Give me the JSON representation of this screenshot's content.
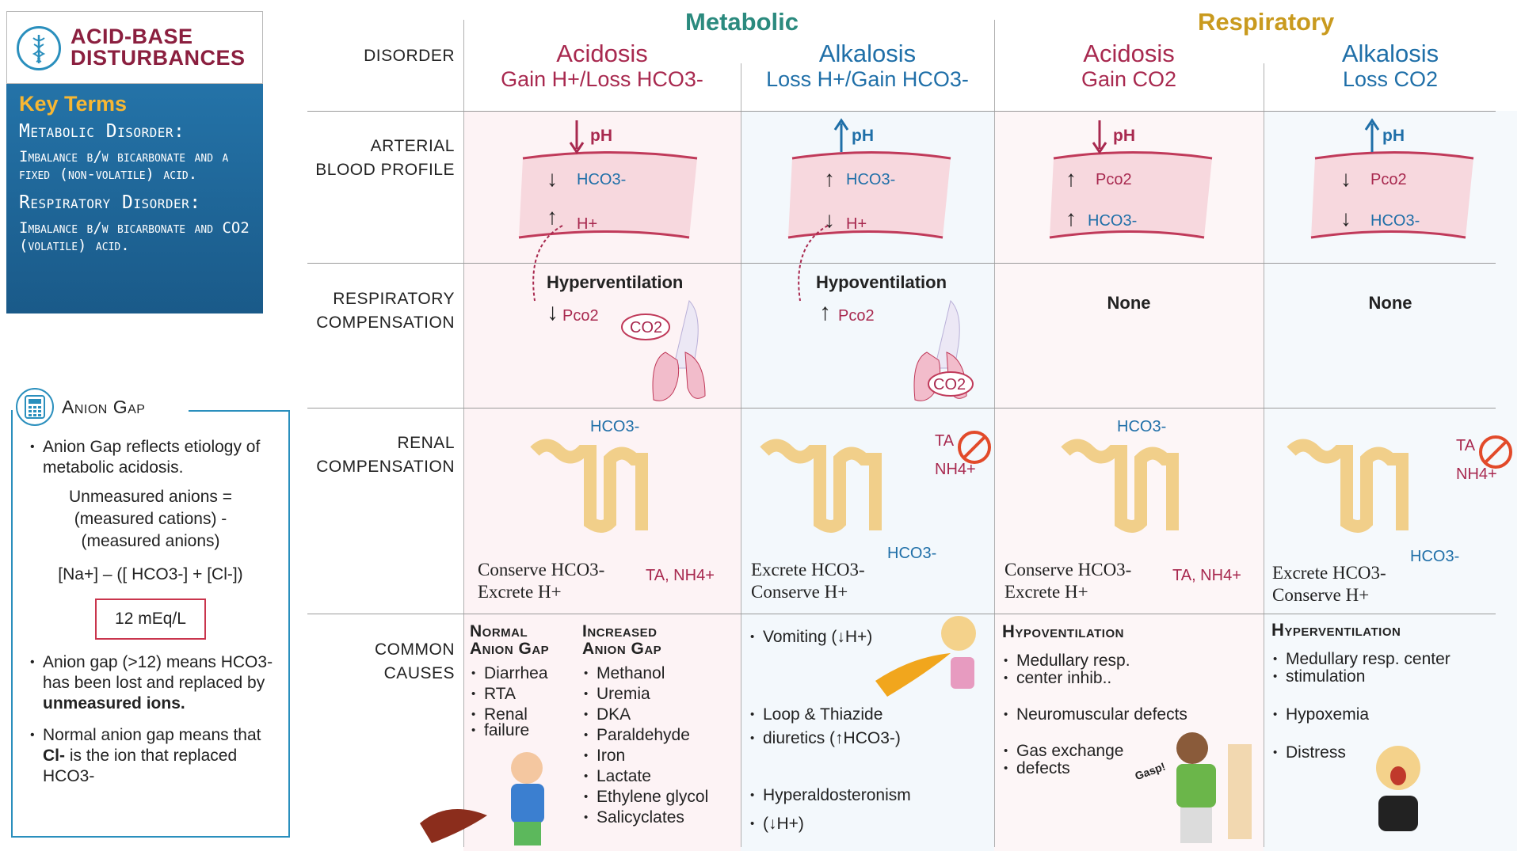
{
  "title": {
    "line1": "ACID-BASE",
    "line2": "DISTURBANCES"
  },
  "key_terms": {
    "heading": "Key Terms",
    "metabolic_label": "Metabolic Disorder:",
    "metabolic_desc": "Imbalance b/w bicarbonate and a fixed (non-volatile) acid.",
    "respiratory_label": "Respiratory Disorder:",
    "respiratory_desc": "Imbalance b/w bicarbonate and CO2 (volatile) acid."
  },
  "anion_gap": {
    "title": "Anion Gap",
    "bullet1": "Anion Gap reflects etiology of metabolic acidosis.",
    "formula_words": "Unmeasured anions = (measured cations) - (measured anions)",
    "formula": "[Na+] – ([ HCO3-] + [Cl-])",
    "value": "12 mEq/L",
    "bullet2_a": "Anion gap (>12) means HCO3- has been lost and replaced by ",
    "bullet2_b": "unmeasured ions.",
    "bullet3_a": "Normal anion gap means that ",
    "bullet3_b": "Cl-",
    "bullet3_c": " is the ion that replaced HCO3-"
  },
  "headers": {
    "metabolic": "Metabolic",
    "respiratory": "Respiratory"
  },
  "row_labels": {
    "disorder": "DISORDER",
    "abp1": "ARTERIAL",
    "abp2": "BLOOD PROFILE",
    "rc1": "RESPIRATORY",
    "rc2": "COMPENSATION",
    "ren1": "RENAL",
    "ren2": "COMPENSATION",
    "cc1": "COMMON",
    "cc2": "CAUSES"
  },
  "disorders": {
    "met_acid": {
      "name": "Acidosis",
      "sub": "Gain H+/Loss HCO3-"
    },
    "met_alk": {
      "name": "Alkalosis",
      "sub": "Loss H+/Gain HCO3-"
    },
    "resp_acid": {
      "name": "Acidosis",
      "sub": "Gain CO2"
    },
    "resp_alk": {
      "name": "Alkalosis",
      "sub": "Loss CO2"
    }
  },
  "blood": {
    "ph": "pH",
    "hco3": "HCO3-",
    "h": "H+",
    "pco2": "Pco2"
  },
  "resp_comp": {
    "met_acid": "Hyperventilation",
    "met_alk": "Hypoventilation",
    "resp_acid": "None",
    "resp_alk": "None",
    "pco2": "Pco2",
    "co2": "CO2"
  },
  "renal": {
    "hco3_top": "HCO3-",
    "ta_nh4": "TA, NH4+",
    "ta": "TA",
    "nh4": "NH4+",
    "hco3_out": "HCO3-",
    "conserve_hco3": "Conserve HCO3-",
    "excrete_h": "Excrete H+",
    "excrete_hco3": "Excrete HCO3-",
    "conserve_h": "Conserve H+"
  },
  "causes": {
    "normal_head_1": "Normal",
    "normal_head_2": "Anion Gap",
    "normal_items": [
      "Diarrhea",
      "RTA",
      "Renal",
      "failure"
    ],
    "increased_head_1": "Increased",
    "increased_head_2": "Anion Gap",
    "increased_items": [
      "Methanol",
      "Uremia",
      "DKA",
      "Paraldehyde",
      "Iron",
      "Lactate",
      "Ethylene glycol",
      "Salicyclates"
    ],
    "alk_items": [
      "Vomiting (↓H+)",
      "Loop & Thiazide",
      "diuretics (↑HCO3-)",
      "Hyperaldosteronism",
      "(↓H+)"
    ],
    "resp_acid_head": "Hypoventilation",
    "resp_acid_items": [
      "Medullary resp.",
      "center inhib..",
      "Neuromuscular defects",
      "Gas exchange",
      "defects"
    ],
    "resp_alk_head": "Hyperventilation",
    "resp_alk_items": [
      "Medullary resp. center",
      "stimulation",
      "Hypoxemia",
      "Distress"
    ],
    "gasp": "Gasp!"
  },
  "colors": {
    "acid": "#a8294f",
    "alkali": "#1f6fa8",
    "metabolic": "#2b8a7e",
    "respiratory": "#c99a1e",
    "keyblue": "#1f6aa0"
  }
}
